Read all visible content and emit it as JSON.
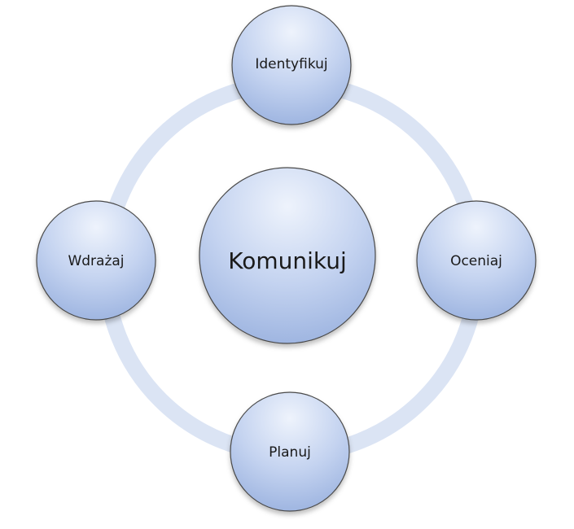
{
  "diagram": {
    "center": {
      "label": "Komunikuj"
    },
    "nodes": [
      {
        "id": "top",
        "label": "Identyfikuj"
      },
      {
        "id": "right",
        "label": "Oceniaj"
      },
      {
        "id": "bottom",
        "label": "Planuj"
      },
      {
        "id": "left",
        "label": "Wdrażaj"
      }
    ]
  },
  "colors": {
    "ring": "#dbe4f4",
    "circle_light": "#eef3fc",
    "circle_mid": "#c4d3f0",
    "circle_dark": "#9db4e0",
    "circle_stroke": "#4a4a4a"
  }
}
